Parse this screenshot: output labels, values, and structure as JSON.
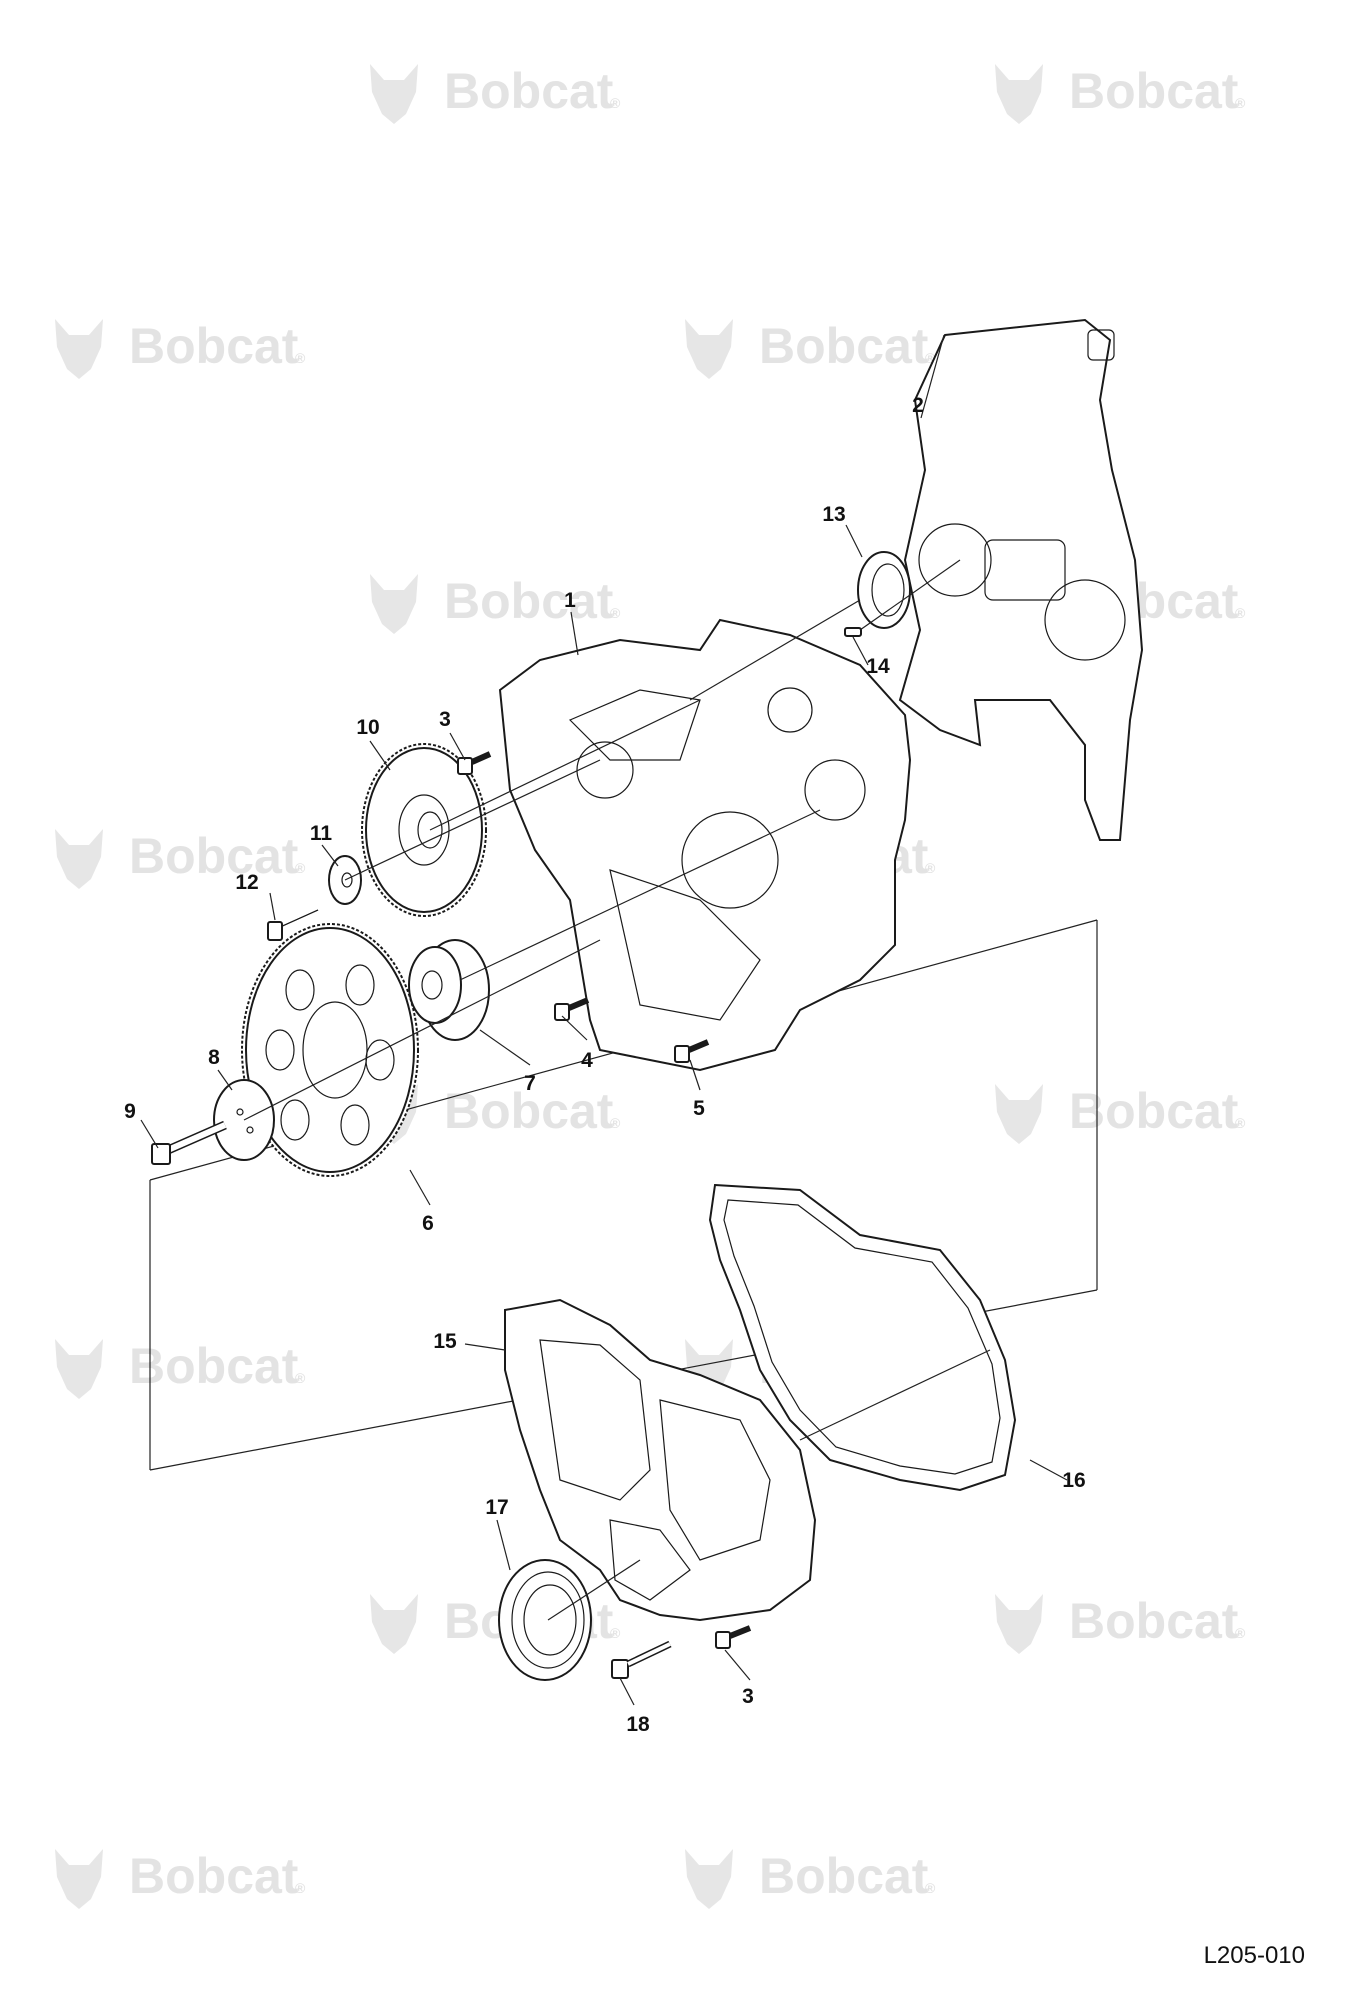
{
  "watermark": {
    "brand": "Bobcat",
    "symbol": "®",
    "logo_icon": "bobcat-head-icon",
    "color": "#e3e3e3"
  },
  "callouts": [
    {
      "id": "1",
      "text": "1"
    },
    {
      "id": "2",
      "text": "2"
    },
    {
      "id": "3a",
      "text": "3"
    },
    {
      "id": "3b",
      "text": "3"
    },
    {
      "id": "4",
      "text": "4"
    },
    {
      "id": "5",
      "text": "5"
    },
    {
      "id": "6",
      "text": "6"
    },
    {
      "id": "7",
      "text": "7"
    },
    {
      "id": "8",
      "text": "8"
    },
    {
      "id": "9",
      "text": "9"
    },
    {
      "id": "10",
      "text": "10"
    },
    {
      "id": "11",
      "text": "11"
    },
    {
      "id": "12",
      "text": "12"
    },
    {
      "id": "13",
      "text": "13"
    },
    {
      "id": "14",
      "text": "14"
    },
    {
      "id": "15",
      "text": "15"
    },
    {
      "id": "16",
      "text": "16"
    },
    {
      "id": "17",
      "text": "17"
    },
    {
      "id": "18",
      "text": "18"
    }
  ],
  "figure_ref": "L205-010"
}
